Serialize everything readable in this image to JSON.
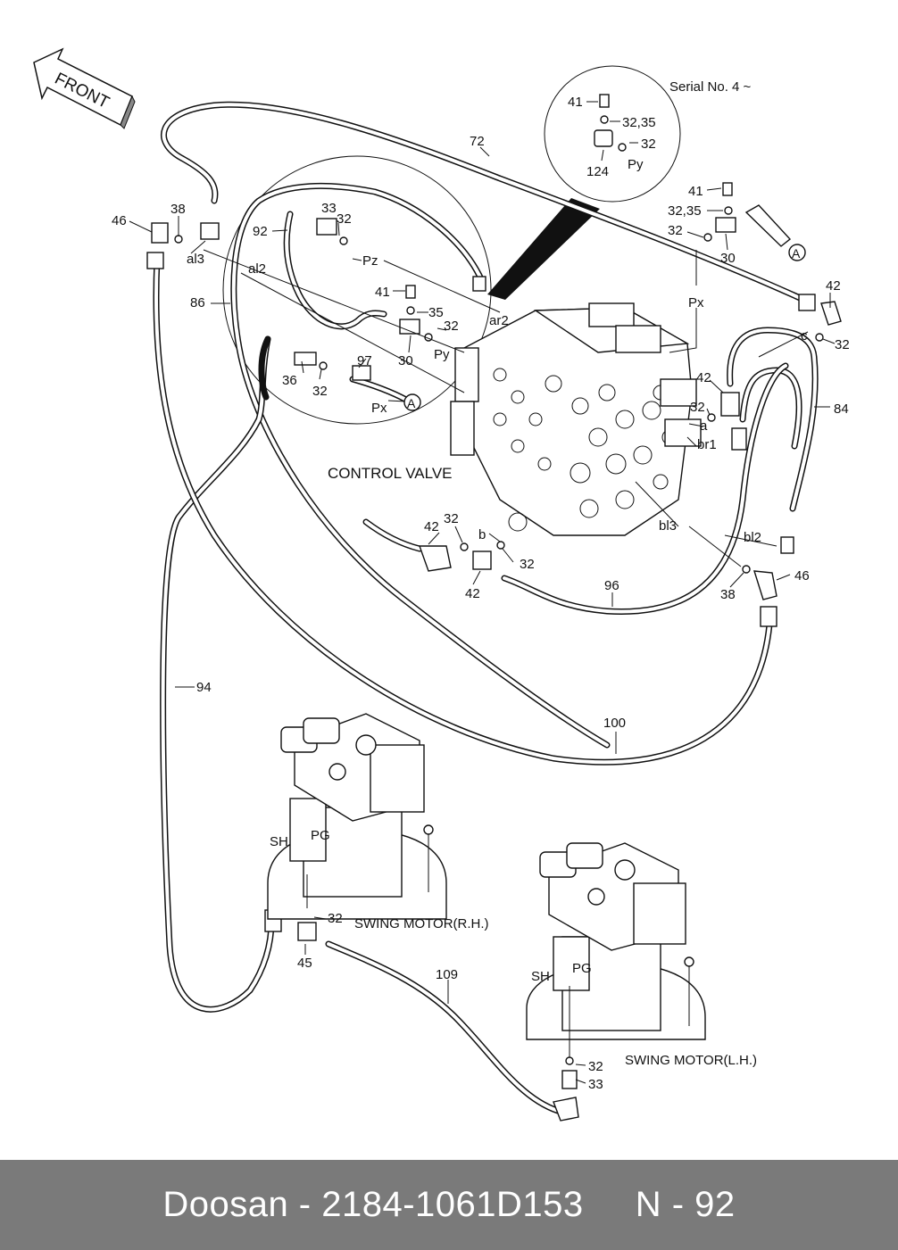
{
  "front_arrow": {
    "label": "FRONT"
  },
  "serial_note": "Serial No. 4 ~",
  "control_valve_label": "CONTROL VALVE",
  "swing_motor_rh_label": "SWING MOTOR(R.H.)",
  "swing_motor_lh_label": "SWING MOTOR(L.H.)",
  "callouts": {
    "c41a": "41",
    "c3235a": "32,35",
    "c32a": "32",
    "c124": "124",
    "cPya": "Py",
    "c72": "72",
    "c41b": "41",
    "c3235b": "32,35",
    "c32b": "32",
    "c30b": "30",
    "c46a": "46",
    "c38a": "38",
    "cal3": "al3",
    "c33a": "33",
    "c32c": "32",
    "c92": "92",
    "cPz": "Pz",
    "cal2": "al2",
    "c86": "86",
    "c41c": "41",
    "c35c": "35",
    "c32d": "32",
    "c30c": "30",
    "cPyb": "Py",
    "car2": "ar2",
    "cPxa": "Px",
    "c42a": "42",
    "c32e": "32",
    "cc": "c",
    "c97": "97",
    "c36": "36",
    "c32f": "32",
    "cPxb": "Px",
    "c42b": "42",
    "c32g": "32",
    "ca": "a",
    "cbr1": "br1",
    "c84": "84",
    "c42c": "42",
    "c32h": "32",
    "cb": "b",
    "c32i": "32",
    "c42d": "42",
    "cbl3": "bl3",
    "cbl2": "bl2",
    "c96": "96",
    "c38b": "38",
    "c46b": "46",
    "c94": "94",
    "c100": "100",
    "cSHa": "SH",
    "cPGa": "PG",
    "c32j": "32",
    "c45": "45",
    "c109": "109",
    "cSHb": "SH",
    "cPGb": "PG",
    "c32k": "32",
    "c33k": "33"
  },
  "footer": {
    "brand": "Doosan",
    "part_number": "2184-1061D153",
    "page": "N - 92"
  }
}
